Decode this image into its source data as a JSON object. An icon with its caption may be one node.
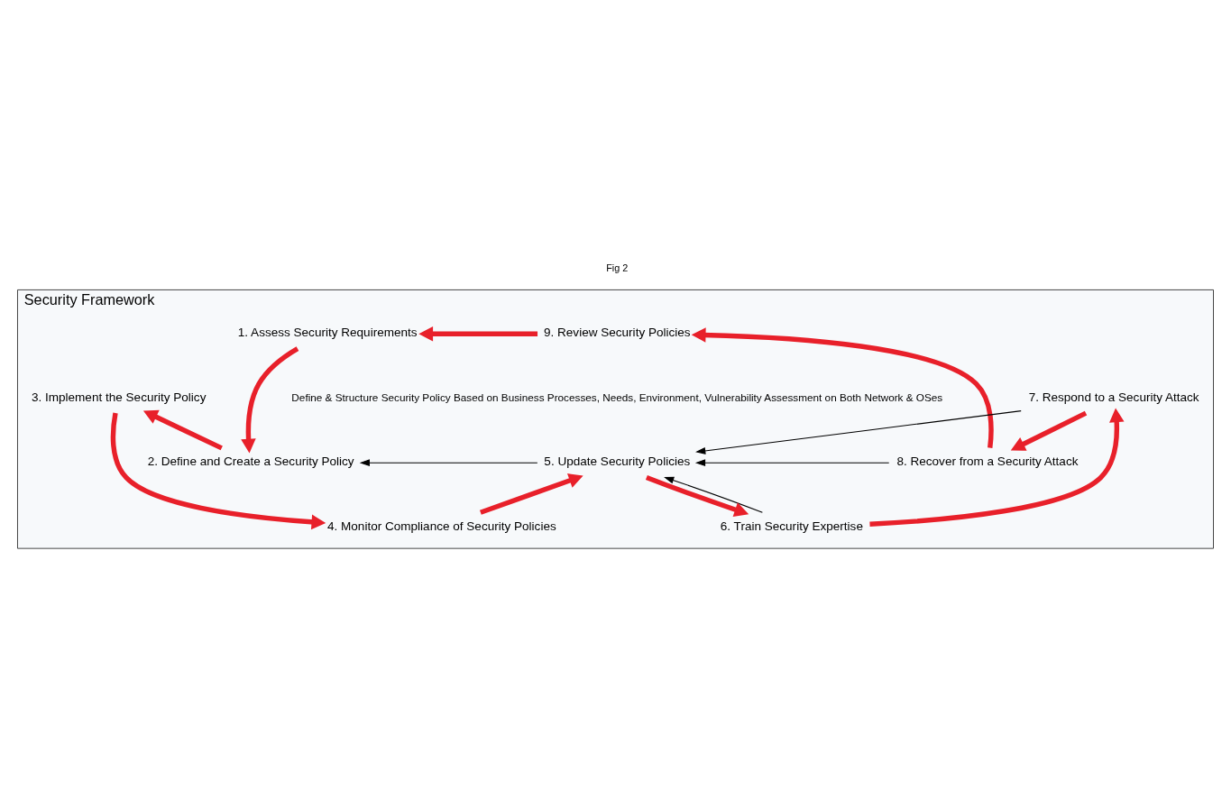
{
  "diagram": {
    "nodes": [
      {
        "text": [
          "Security Framework"
        ]
      },
      {
        "text": [
          "9. Review Security Policies"
        ],
        "in": 0
      },
      {
        "text": [
          "1. Assess Security Requirements"
        ],
        "in": 0
      },
      {
        "text": [
          "2. Define and Create a Security Policy"
        ],
        "in": 0
      },
      {
        "text": [
          "3. Implement the Security Policy"
        ],
        "in": 0
      },
      {
        "text": [
          "4. Monitor Compliance of Security Policies"
        ],
        "in": 0
      },
      {
        "text": [
          "5. Update Security Policies"
        ],
        "in": 0
      },
      {
        "text": [
          "6. Train Security Expertise"
        ],
        "in": 0
      },
      {
        "text": [
          "7. Respond to a Security Attack"
        ],
        "in": 0
      },
      {
        "text": [
          "8. Recover from a Security Attack"
        ],
        "in": 0
      }
    ],
    "edges": [
      {
        "from": 1,
        "to": 2,
        "arrow": "to"
      },
      {
        "from": 2,
        "to": 3,
        "arrow": "to"
      },
      {
        "from": 3,
        "to": 4,
        "arrow": "to"
      },
      {
        "from": 4,
        "to": 5,
        "arrow": "to"
      },
      {
        "from": 5,
        "to": 6,
        "arrow": "to"
      },
      {
        "from": 6,
        "to": 7,
        "arrow": "to"
      },
      {
        "from": 7,
        "to": 8,
        "arrow": "to"
      },
      {
        "from": 8,
        "to": 9,
        "arrow": "to"
      },
      {
        "from": 9,
        "to": 1,
        "arrow": "to"
      },
      {
        "from": 9,
        "to": 6,
        "arrow": "to",
        "color": "#000000"
      },
      {
        "from": 8,
        "to": 6,
        "arrow": "to",
        "color": "#000000"
      },
      {
        "from": 7,
        "to": 6,
        "arrow": "to",
        "color": "#000000"
      },
      {
        "from": 6,
        "to": 3,
        "arrow": "to",
        "color": "#000000"
      }
    ],
    "labels": [
      "Fig 2",
      "Define & Structure Security Policy Based on Business Processes, Needs, Environment, Vulnerability Assessment on Both Network & OSes"
    ]
  }
}
